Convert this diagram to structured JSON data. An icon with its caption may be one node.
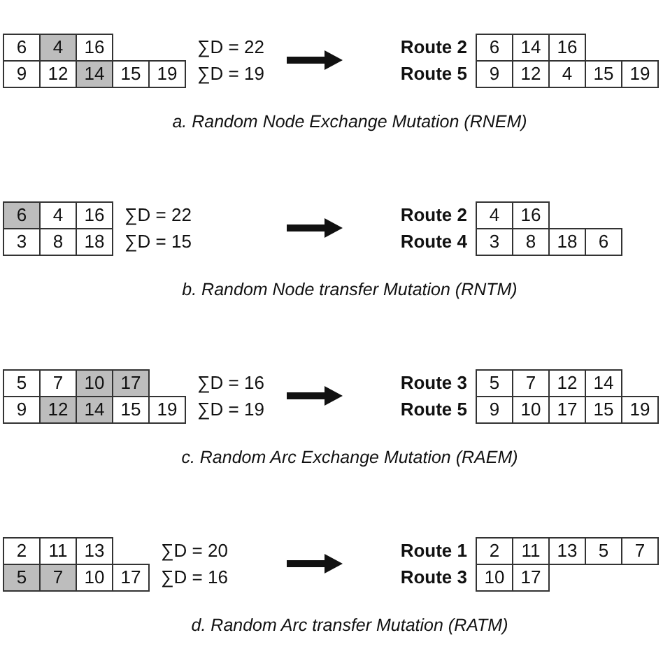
{
  "diagram": {
    "nodes": [
      {
        "text": [
          "6",
          "4",
          "16"
        ]
      },
      {
        "text": [
          "9",
          "12",
          "14",
          "15",
          "19"
        ]
      },
      {
        "text": [
          "6",
          "14",
          "16"
        ],
        "beside": [
          "Route 2"
        ]
      },
      {
        "text": [
          "9",
          "12",
          "4",
          "15",
          "19"
        ],
        "beside": [
          "Route 5"
        ]
      },
      {
        "text": [
          "6",
          "4",
          "16"
        ]
      },
      {
        "text": [
          "3",
          "8",
          "18"
        ]
      },
      {
        "text": [
          "4",
          "16"
        ],
        "beside": [
          "Route 2"
        ]
      },
      {
        "text": [
          "3",
          "8",
          "18",
          "6"
        ],
        "beside": [
          "Route 4"
        ]
      },
      {
        "text": [
          "5",
          "7",
          "10",
          "17"
        ]
      },
      {
        "text": [
          "9",
          "12",
          "14",
          "15",
          "19"
        ]
      },
      {
        "text": [
          "5",
          "7",
          "12",
          "14"
        ],
        "beside": [
          "Route 3"
        ]
      },
      {
        "text": [
          "9",
          "10",
          "17",
          "15",
          "19"
        ],
        "beside": [
          "Route 5"
        ]
      },
      {
        "text": [
          "2",
          "11",
          "13"
        ]
      },
      {
        "text": [
          "5",
          "7",
          "10",
          "17"
        ]
      },
      {
        "text": [
          "2",
          "11",
          "13",
          "5",
          "7"
        ],
        "beside": [
          "Route 1"
        ]
      },
      {
        "text": [
          "10",
          "17"
        ],
        "beside": [
          "Route 3"
        ]
      }
    ],
    "labels": [
      "∑D = 22",
      "∑D = 19",
      "a. Random Node Exchange Mutation (RNEM)",
      "∑D = 22",
      "∑D = 15",
      "b. Random Node transfer Mutation (RNTM)",
      "∑D = 16",
      "∑D = 19",
      "c. Random Arc Exchange Mutation (RAEM)",
      "∑D = 20",
      "∑D = 16",
      "d. Random Arc transfer Mutation (RATM)"
    ]
  }
}
